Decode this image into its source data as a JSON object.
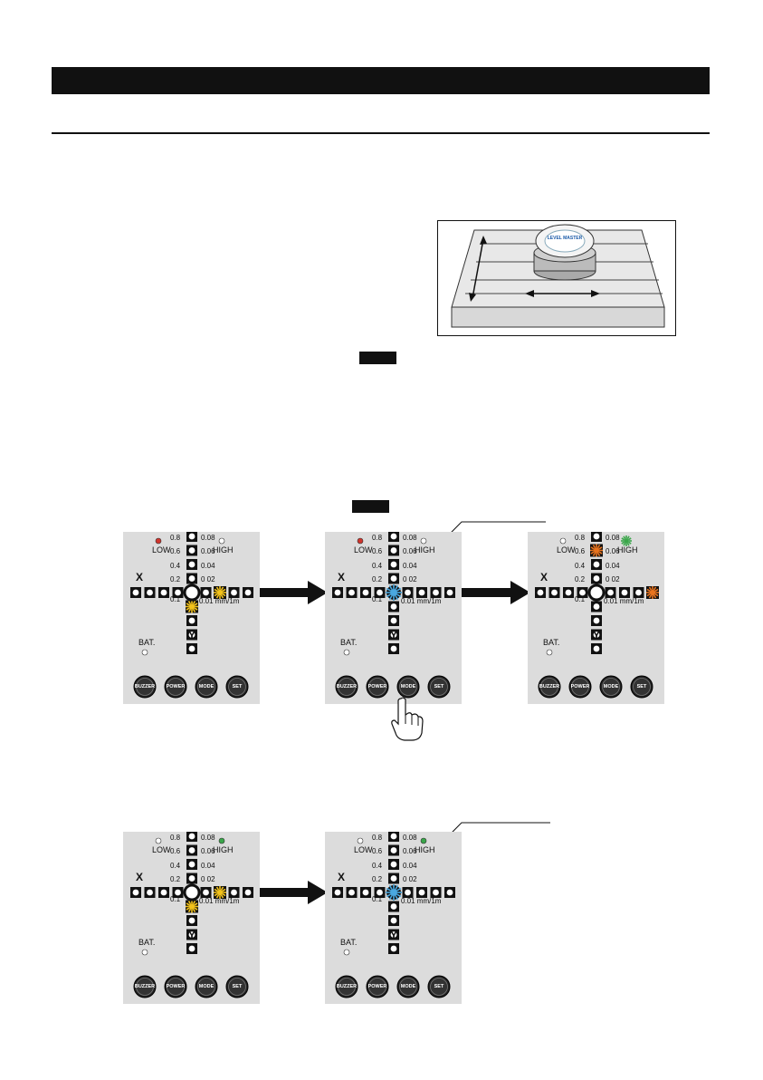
{
  "tags": {
    "press_tag_1": "",
    "press_tag_2": ""
  },
  "panel": {
    "low": "LOW",
    "high": "HIGH",
    "x_axis": "X",
    "y_axis": "Y",
    "bat": "BAT.",
    "left_scale": [
      "0.8",
      "0.6",
      "0.4",
      "0.2",
      "0.1"
    ],
    "right_scale": [
      "0.08",
      "0.06",
      "0.04",
      "0 02"
    ],
    "unit": "0.01 mm/1m",
    "buttons": [
      "BUZZER",
      "POWER",
      "MODE",
      "SET"
    ]
  },
  "colors": {
    "panel_bg": "#dcdcdc",
    "indicator_red": "#d0342c",
    "indicator_green": "#3aa64a",
    "led_yellow": "#f2c21b",
    "led_blue": "#4aa8e0",
    "led_orange": "#e8731e"
  },
  "icons": {
    "hand": "pointing-hand-icon",
    "led": "led-square-icon"
  }
}
